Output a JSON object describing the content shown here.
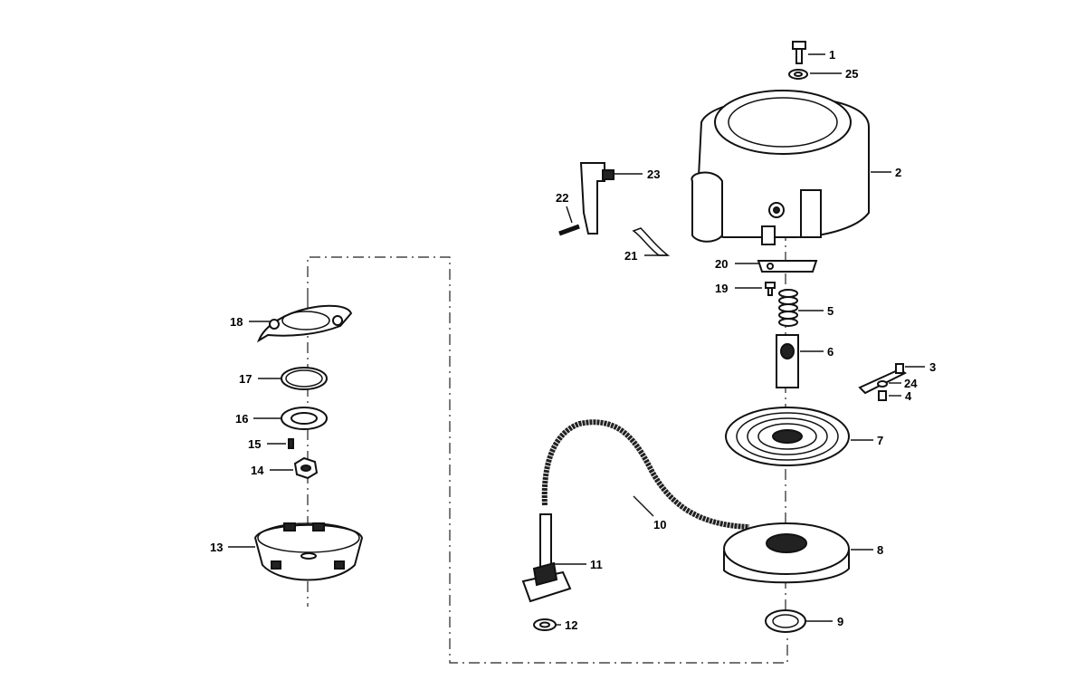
{
  "parts": [
    {
      "id": "bolt",
      "label": "1"
    },
    {
      "id": "housing",
      "label": "2"
    },
    {
      "id": "bracket",
      "label": "3"
    },
    {
      "id": "screw-small",
      "label": "4"
    },
    {
      "id": "spring",
      "label": "5"
    },
    {
      "id": "sleeve",
      "label": "6"
    },
    {
      "id": "rewind-spring",
      "label": "7"
    },
    {
      "id": "pulley",
      "label": "8"
    },
    {
      "id": "clip",
      "label": "9"
    },
    {
      "id": "rope",
      "label": "10"
    },
    {
      "id": "handle",
      "label": "11"
    },
    {
      "id": "handle-washer",
      "label": "12"
    },
    {
      "id": "cup",
      "label": "13"
    },
    {
      "id": "nut",
      "label": "14"
    },
    {
      "id": "pin-screw",
      "label": "15"
    },
    {
      "id": "washer-16",
      "label": "16"
    },
    {
      "id": "ring-17",
      "label": "17"
    },
    {
      "id": "pawl-plate",
      "label": "18"
    },
    {
      "id": "screw-19",
      "label": "19"
    },
    {
      "id": "plate-20",
      "label": "20"
    },
    {
      "id": "lever-spring",
      "label": "21"
    },
    {
      "id": "pin-22",
      "label": "22"
    },
    {
      "id": "lockout-lever",
      "label": "23"
    },
    {
      "id": "washer-24",
      "label": "24"
    },
    {
      "id": "washer-25",
      "label": "25"
    }
  ]
}
